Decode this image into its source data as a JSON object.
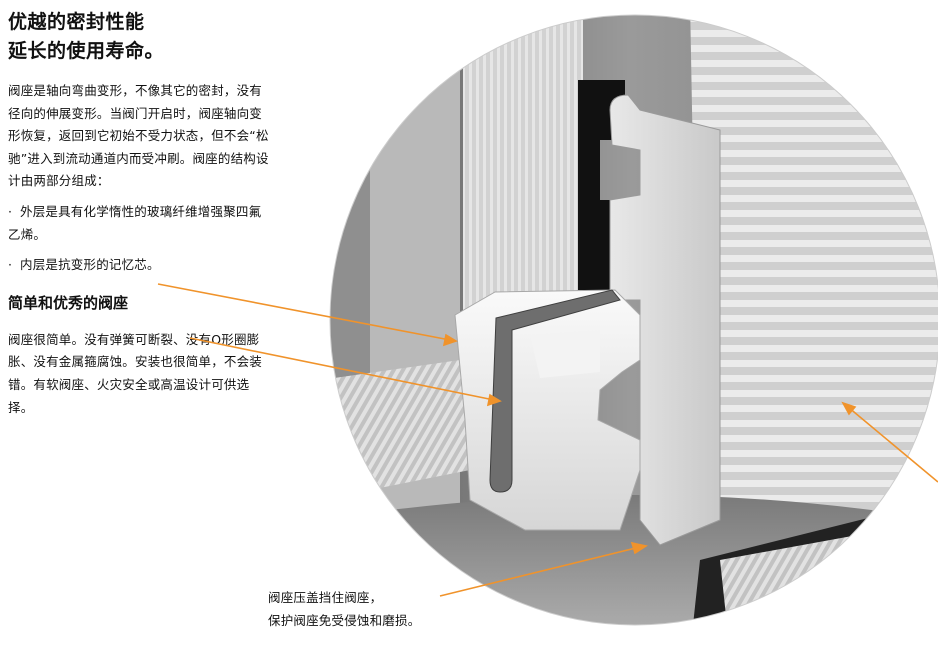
{
  "heading": {
    "line1": "优越的密封性能",
    "line2": "延长的使用寿命。"
  },
  "intro": "阀座是轴向弯曲变形，不像其它的密封，没有径向的伸展变形。当阀门开启时，阀座轴向变形恢复，返回到它初始不受力状态，但不会“松驰”进入到流动通道内而受冲刷。阀座的结构设计由两部分组成：",
  "bullets": [
    "外层是具有化学惰性的玻璃纤维增强聚四氟乙烯。",
    "内层是抗变形的记忆芯。"
  ],
  "bullet_marker": "·",
  "subheading": "简单和优秀的阀座",
  "body2": "阀座很简单。没有弹簧可断裂、没有O形圈膨胀、没有金属箍腐蚀。安装也很简单，不会装错。有软阀座、火灾安全或高温设计可供选择。",
  "caption": {
    "line1": "阀座压盖挡住阀座，",
    "line2": "保护阀座免受侵蚀和磨损。"
  },
  "colors": {
    "leader": "#F0932B",
    "text": "#111111"
  }
}
